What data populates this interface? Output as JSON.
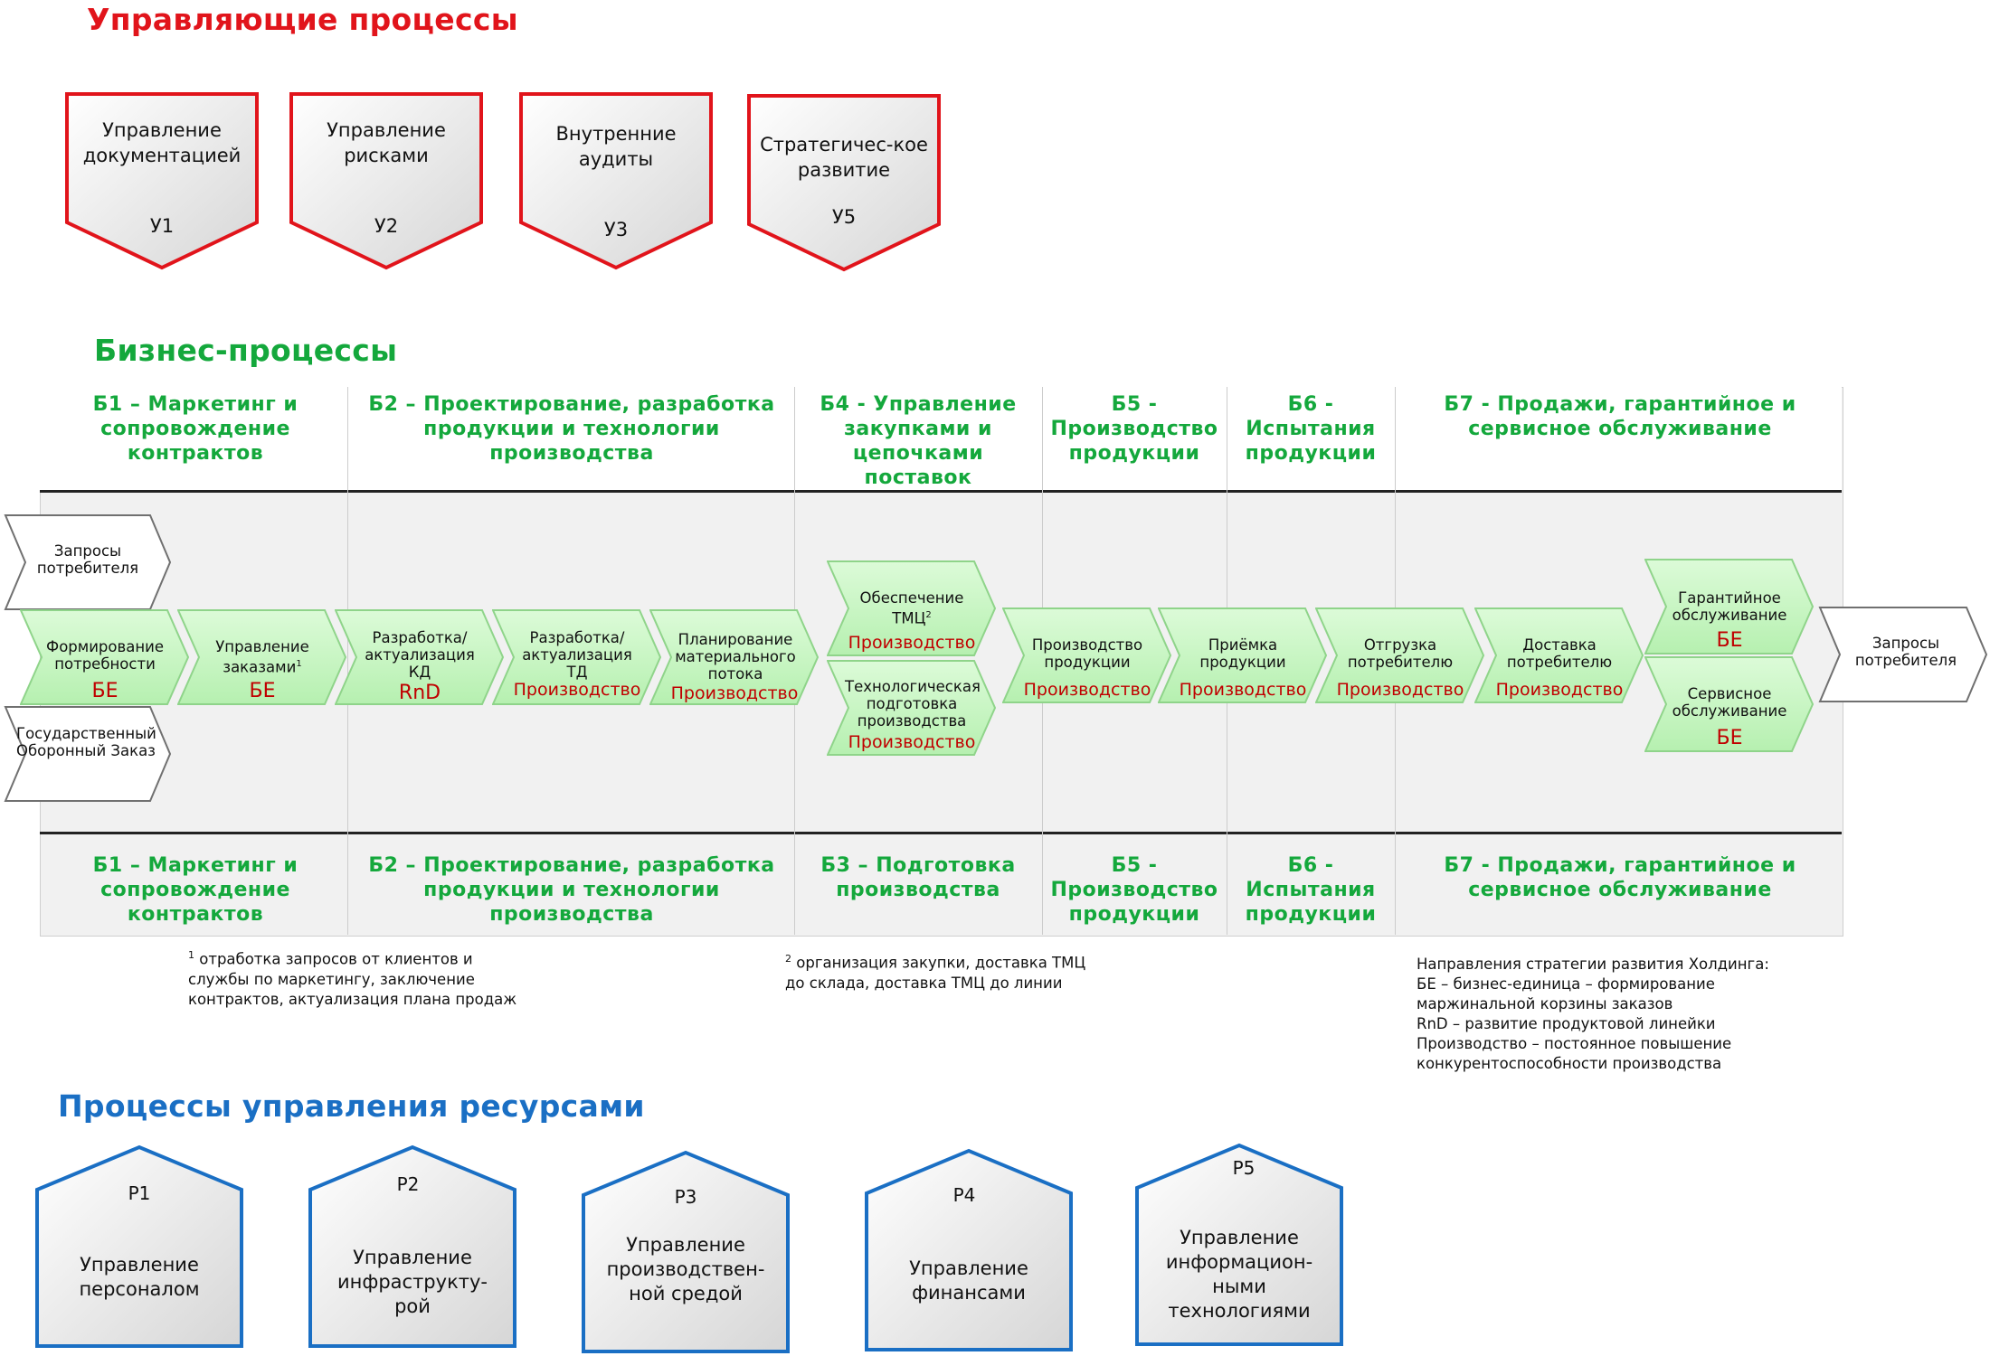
{
  "sections": {
    "management_title": "Управляющие процессы",
    "business_title": "Бизнес-процессы",
    "resources_title": "Процессы управления ресурсами"
  },
  "management": [
    {
      "name": "Управление документацией",
      "code": "У1"
    },
    {
      "name": "Управление рисками",
      "code": "У2"
    },
    {
      "name": "Внутренние аудиты",
      "code": "У3"
    },
    {
      "name": "Стратегичес-кое развитие",
      "code": "У5"
    }
  ],
  "business_columns_top": [
    "Б1 – Маркетинг и сопровождение контрактов",
    "Б2 – Проектирование, разработка продукции и технологии производства",
    "Б4 - Управление закупками и цепочками поставок",
    "Б5 - Производство продукции",
    "Б6 - Испытания продукции",
    "Б7 - Продажи, гарантийное и сервисное обслуживание"
  ],
  "business_columns_bottom": [
    "Б1 – Маркетинг и сопровождение контрактов",
    "Б2 – Проектирование, разработка продукции и технологии производства",
    "Б3 – Подготовка производства",
    "Б5 - Производство продукции",
    "Б6 - Испытания продукции",
    "Б7 - Продажи, гарантийное и сервисное обслуживание"
  ],
  "inputs": [
    "Запросы потребителя",
    "Государственный Оборонный Заказ"
  ],
  "output": "Запросы потребителя",
  "steps": [
    {
      "name": "Формирование потребности",
      "tag": "БЕ"
    },
    {
      "name": "Управление заказами",
      "sup": "1",
      "tag": "БЕ"
    },
    {
      "name": "Разработка/ актуализация КД",
      "tag": "RnD"
    },
    {
      "name": "Разработка/ актуализация ТД",
      "tag": "Производство"
    },
    {
      "name": "Планирование материального потока",
      "tag": "Производство"
    },
    {
      "name": "Обеспечение ТМЦ",
      "sup": "2",
      "tag": "Производство"
    },
    {
      "name": "Технологическая подготовка производства",
      "tag": "Производство"
    },
    {
      "name": "Производство продукции",
      "tag": "Производство"
    },
    {
      "name": "Приёмка продукции",
      "tag": "Производство"
    },
    {
      "name": "Отгрузка потребителю",
      "tag": "Производство"
    },
    {
      "name": "Доставка потребителю",
      "tag": "Производство"
    },
    {
      "name": "Гарантийное обслуживание",
      "tag": "БЕ"
    },
    {
      "name": "Сервисное обслуживание",
      "tag": "БЕ"
    }
  ],
  "notes": {
    "n1_sup": "1",
    "n1_line1": "отработка запросов от клиентов и",
    "n1_line2": "службы по маркетингу, заключение",
    "n1_line3": "контрактов, актуализация плана продаж",
    "n2_sup": "2",
    "n2_line1": "организация закупки, доставка ТМЦ",
    "n2_line2": "до склада, доставка ТМЦ до линии",
    "legend": [
      "Направления стратегии развития Холдинга:",
      "БЕ – бизнес-единица – формирование",
      "маржинальной корзины заказов",
      "RnD – развитие продуктовой линейки",
      "Производство – постоянное повышение",
      "конкурентоспособности производства"
    ]
  },
  "resources": [
    {
      "code": "Р1",
      "name": "Управление персоналом"
    },
    {
      "code": "Р2",
      "name": "Управление инфраструкту-рой"
    },
    {
      "code": "Р3",
      "name": "Управление производствен-ной средой"
    },
    {
      "code": "Р4",
      "name": "Управление финансами"
    },
    {
      "code": "Р5",
      "name": "Управление информацион-ными технологиями"
    }
  ],
  "colors": {
    "management_red": "#e1141b",
    "business_green": "#14a83c",
    "resources_blue": "#1a6fc4",
    "chevron_fill": "#c9f5c4",
    "tag_red": "#c00000"
  }
}
